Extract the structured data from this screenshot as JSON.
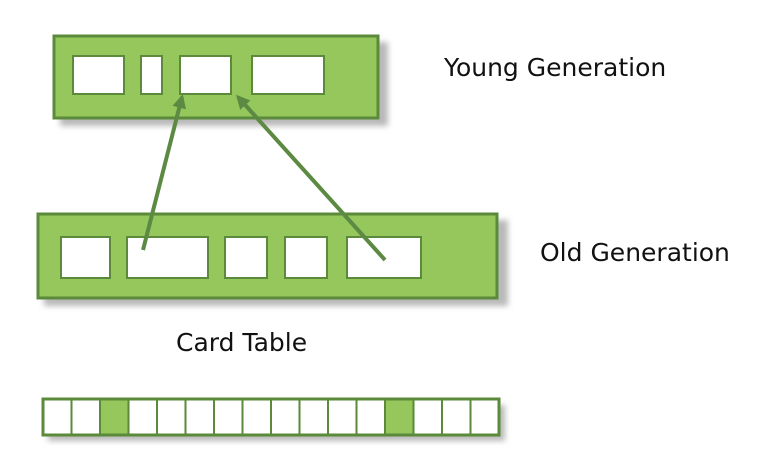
{
  "labels": {
    "young": "Young Generation",
    "old": "Old Generation",
    "card_table": "Card Table"
  },
  "card_table": {
    "cells": [
      false,
      false,
      true,
      false,
      false,
      false,
      false,
      false,
      false,
      false,
      false,
      false,
      true,
      false,
      false,
      false
    ]
  },
  "colors": {
    "green_fill": "#95c75c",
    "green_stroke": "#5a8a3a",
    "arrow": "#5d8a43",
    "cell_fill": "#ffffff",
    "shadow": "#b9b9b9"
  }
}
